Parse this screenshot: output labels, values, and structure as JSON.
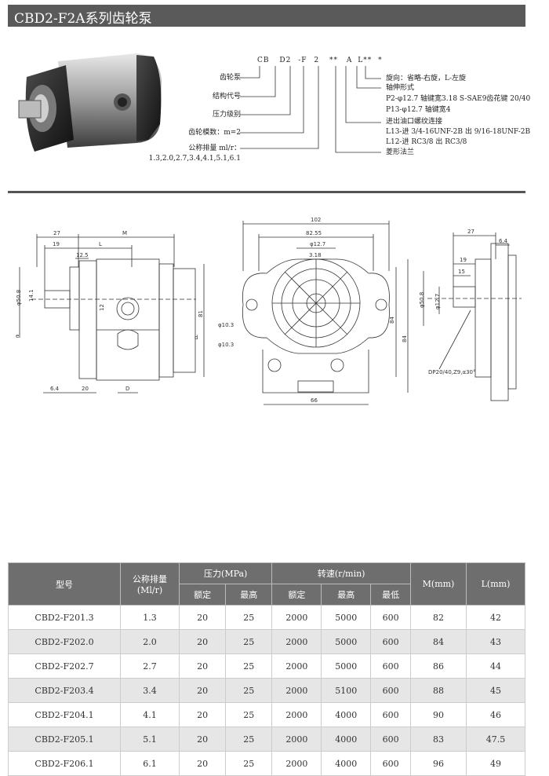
{
  "header": {
    "title": "CBD2-F2A系列齿轮泵"
  },
  "model_code": {
    "parts": [
      "CB",
      "D2",
      "-F",
      "2",
      "**",
      "A",
      "L**",
      "*"
    ]
  },
  "legend_left": [
    "齿轮泵",
    "结构代号",
    "压力级别",
    "齿轮模数：m=2",
    "公称排量 ml/r：",
    "1.3,2.0,2.7,3.4,4.1,5.1,6.1"
  ],
  "legend_right": [
    "旋向：省略-右旋，L-左旋",
    "轴伸形式",
    "P2-φ12.7 轴键宽3.18 S-SAE9齿花键 20/40",
    "P13-φ12.7 轴键宽4",
    "进出油口螺纹连接",
    "L13-进 3/4-16UNF-2B 出 9/16-18UNF-2B",
    "L12-进 RC3/8 出 RC3/8",
    "菱形法兰"
  ],
  "drawing": {
    "side": {
      "d27": "27",
      "dM": "M",
      "d19": "19",
      "dL": "L",
      "d12_5": "12.5",
      "d12": "12",
      "d81": "81",
      "d6_4": "6.4",
      "d20": "20",
      "dD": "D",
      "dia": "φ50.8",
      "d14": "14.1",
      "de": "e",
      "dd": "d"
    },
    "front": {
      "d102": "102",
      "d82": "82.55",
      "d127": "φ12.7",
      "d318": "3.18",
      "d103a": "φ10.3",
      "d103b": "φ10.3",
      "d84a": "84",
      "d84b": "84",
      "d66": "66"
    },
    "end": {
      "d27": "27",
      "d6_4": "6.4",
      "d19": "19",
      "d15": "15",
      "dia": "φ50.8",
      "d127": "φ12.7",
      "spline": "DP20/40,Z9,α30°"
    }
  },
  "table": {
    "headers": {
      "model": "型号",
      "disp": "公称排量",
      "disp_unit": "(Ml/r)",
      "pressure": "压力(MPa)",
      "speed": "转速(r/min)",
      "m": "M(mm)",
      "l": "L(mm)",
      "rated": "额定",
      "max": "最高",
      "s_rated": "额定",
      "s_max": "最高",
      "s_min": "最低"
    },
    "rows": [
      [
        "CBD2-F201.3",
        "1.3",
        "20",
        "25",
        "2000",
        "5000",
        "600",
        "82",
        "42"
      ],
      [
        "CBD2-F202.0",
        "2.0",
        "20",
        "25",
        "2000",
        "5000",
        "600",
        "84",
        "43"
      ],
      [
        "CBD2-F202.7",
        "2.7",
        "20",
        "25",
        "2000",
        "5000",
        "600",
        "86",
        "44"
      ],
      [
        "CBD2-F203.4",
        "3.4",
        "20",
        "25",
        "2000",
        "5100",
        "600",
        "88",
        "45"
      ],
      [
        "CBD2-F204.1",
        "4.1",
        "20",
        "25",
        "2000",
        "4000",
        "600",
        "90",
        "46"
      ],
      [
        "CBD2-F205.1",
        "5.1",
        "20",
        "25",
        "2000",
        "4000",
        "600",
        "83",
        "47.5"
      ],
      [
        "CBD2-F206.1",
        "6.1",
        "20",
        "25",
        "2000",
        "4000",
        "600",
        "96",
        "49"
      ]
    ]
  }
}
